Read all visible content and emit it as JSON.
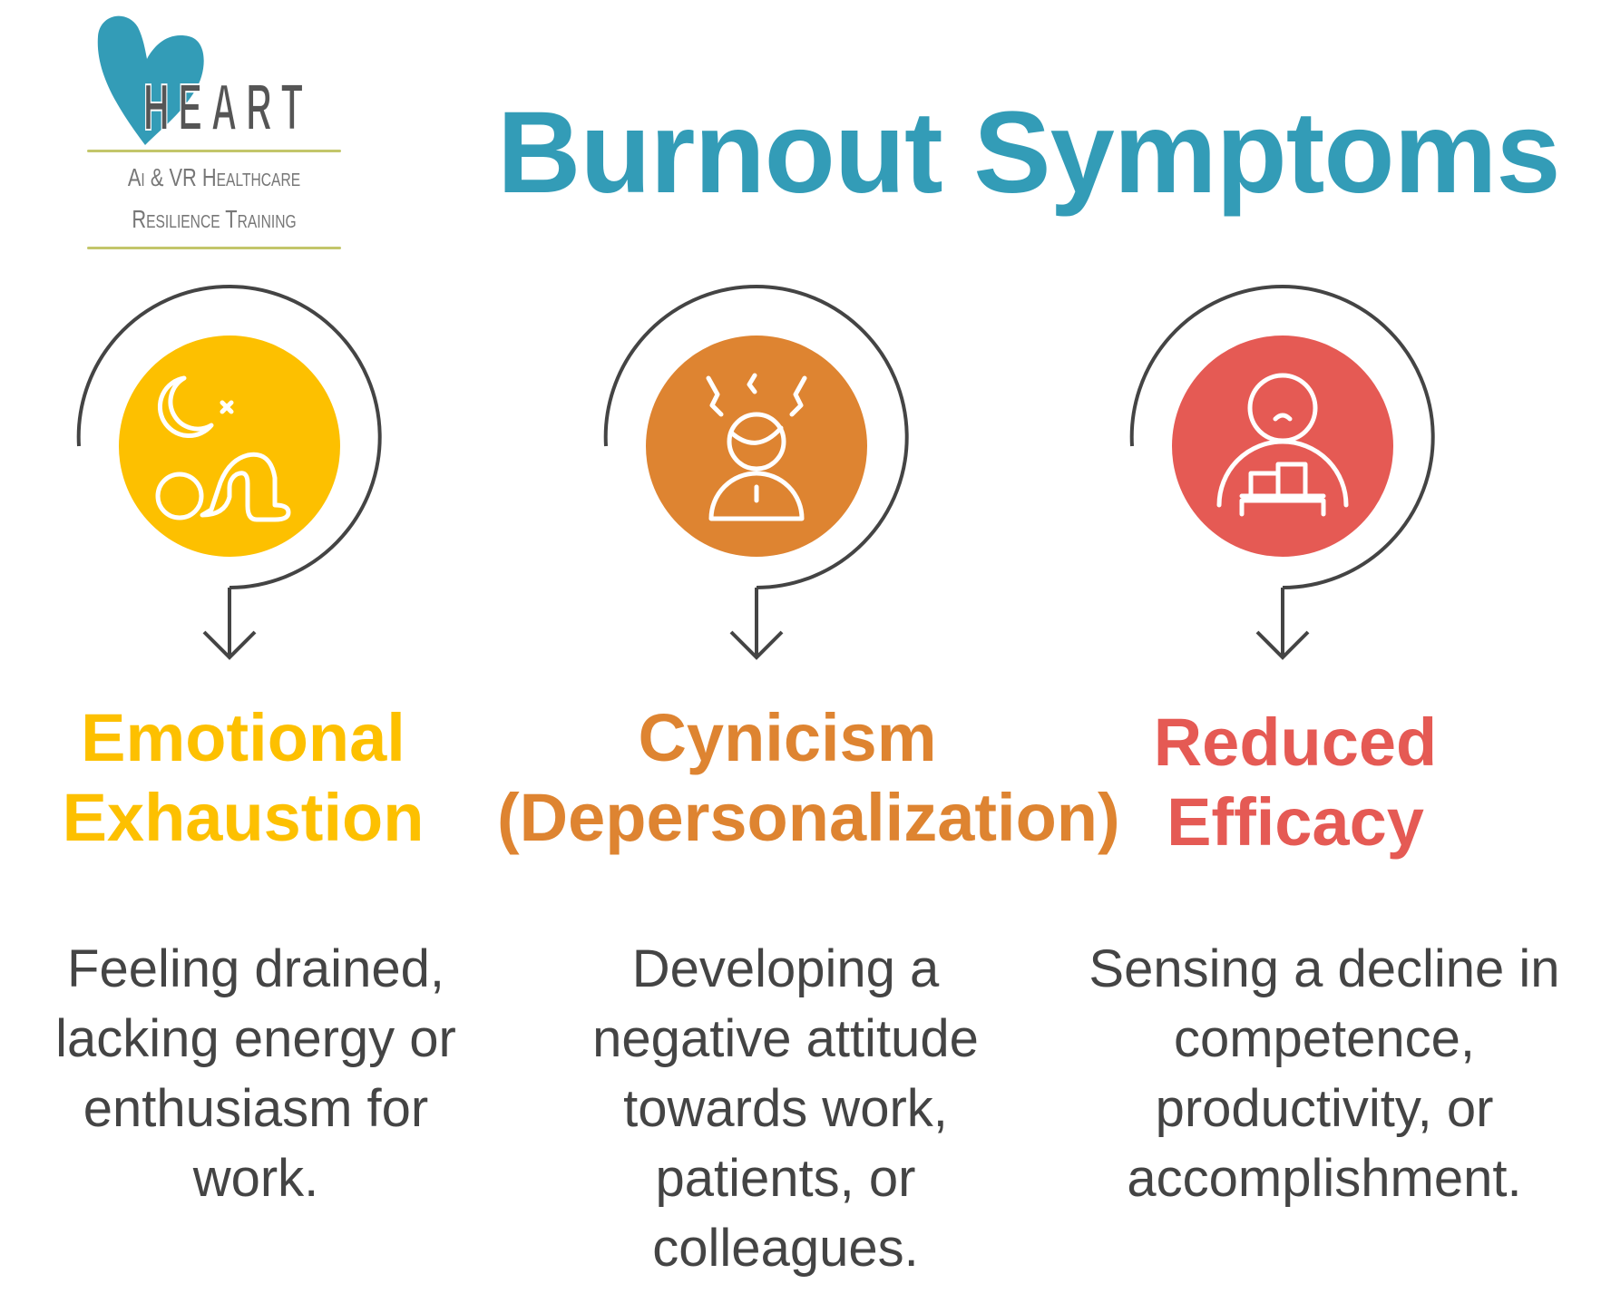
{
  "logo": {
    "word": "HEART",
    "line1": "Ai & VR Healthcare",
    "line2": "Resilience Training"
  },
  "title": "Burnout Symptoms",
  "colors": {
    "teal": "#339cb7",
    "yellow": "#fdc000",
    "orange": "#de8431",
    "red": "#e55a54",
    "text": "#444444"
  },
  "symptoms": [
    {
      "title_line1": "Emotional",
      "title_line2": "Exhaustion",
      "icon": "sleep-exhaustion-icon",
      "body": [
        "Feeling drained,",
        "lacking energy or",
        "enthusiasm for",
        "work."
      ]
    },
    {
      "title_line1": "Cynicism",
      "title_line2": "(Depersonalization)",
      "icon": "frustrated-person-icon",
      "body": [
        "Developing a",
        "negative attitude",
        "towards work,",
        "patients, or",
        "colleagues."
      ]
    },
    {
      "title_line1": "Reduced",
      "title_line2": "Efficacy",
      "icon": "sad-person-chart-icon",
      "body": [
        "Sensing a decline in",
        "competence,",
        "productivity, or",
        "accomplishment."
      ]
    }
  ]
}
